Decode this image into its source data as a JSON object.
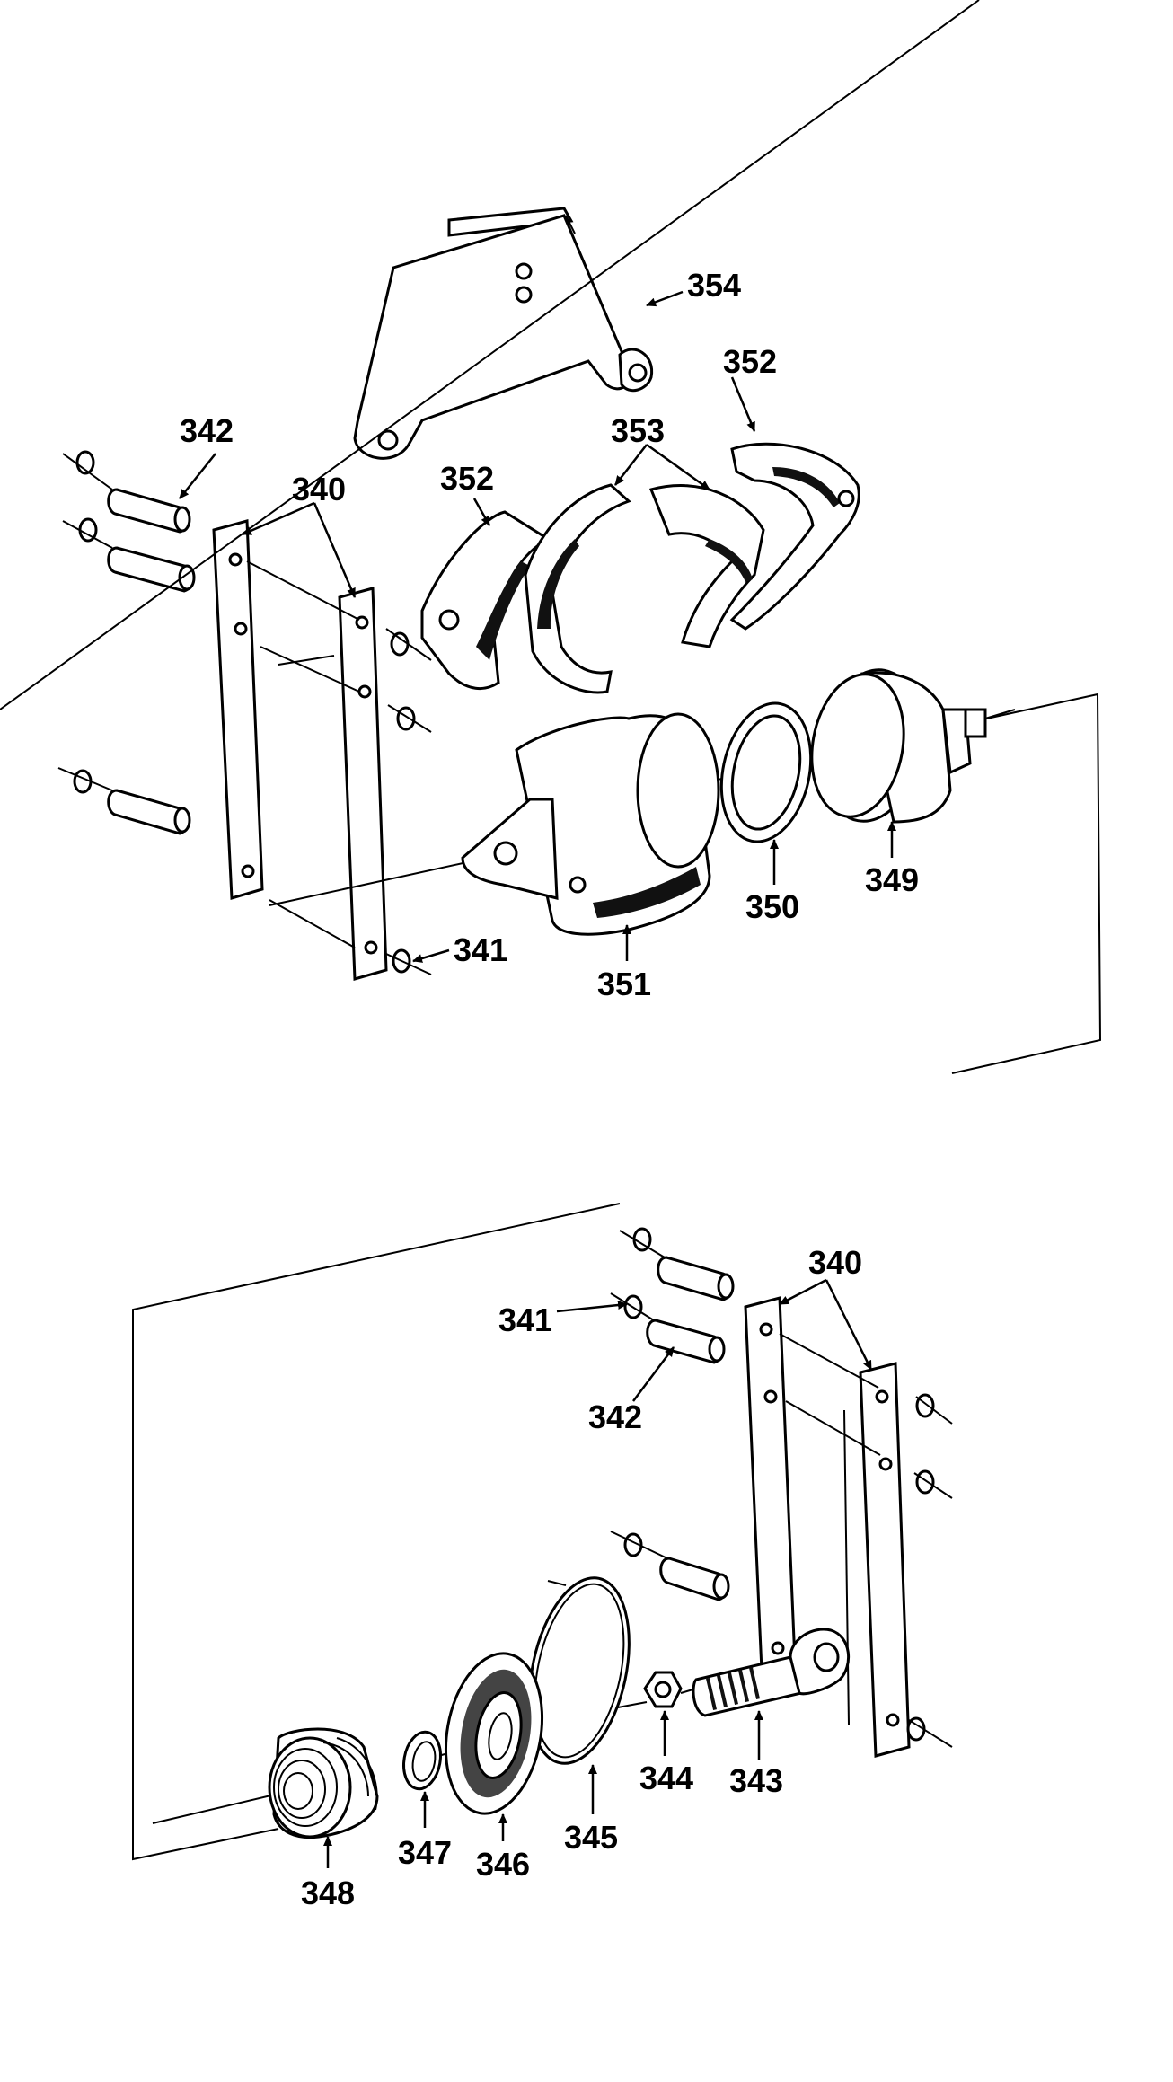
{
  "colors": {
    "ink": "#000000",
    "paper": "#ffffff"
  },
  "labels": {
    "p340": "340",
    "p341": "341",
    "p342": "342",
    "p343": "343",
    "p344": "344",
    "p345": "345",
    "p346": "346",
    "p347": "347",
    "p348": "348",
    "p349": "349",
    "p350": "350",
    "p351": "351",
    "p352": "352",
    "p353": "353",
    "p354": "354"
  }
}
